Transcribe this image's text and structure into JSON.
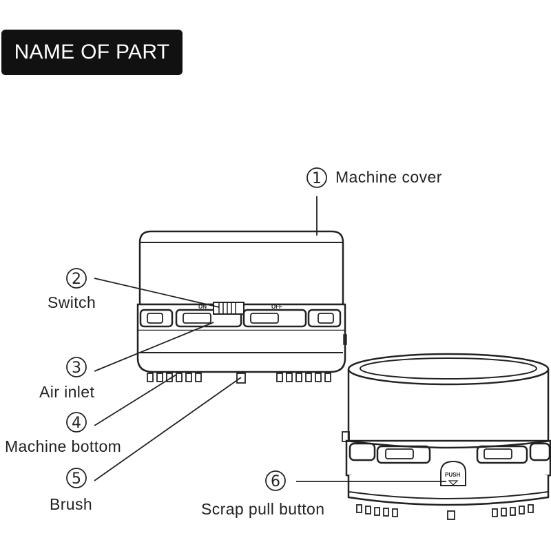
{
  "title": "NAME OF PART",
  "parts": [
    {
      "number": "1",
      "label": "Machine cover"
    },
    {
      "number": "2",
      "label": "Switch"
    },
    {
      "number": "3",
      "label": "Air inlet"
    },
    {
      "number": "4",
      "label": "Machine bottom"
    },
    {
      "number": "5",
      "label": "Brush"
    },
    {
      "number": "6",
      "label": "Scrap pull button"
    }
  ],
  "switch_labels": {
    "on": "ON",
    "off": "OFF"
  },
  "push_label": "PUSH",
  "colors": {
    "badge": "#111111",
    "line": "#222222"
  }
}
